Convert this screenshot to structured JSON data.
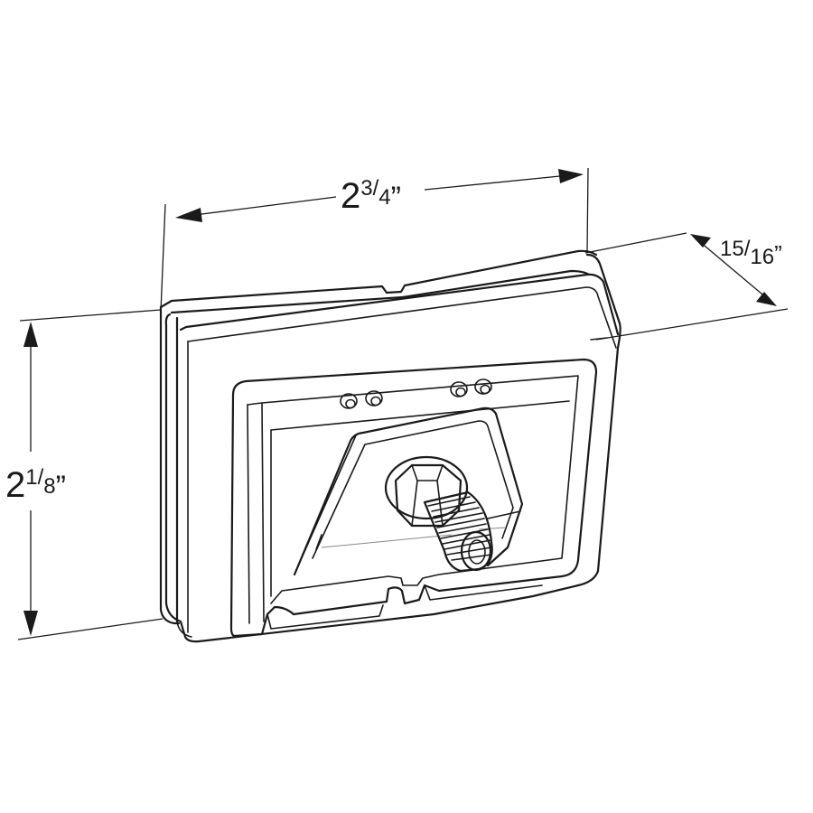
{
  "dimensions": {
    "width": {
      "whole": "2",
      "num": "3",
      "den": "4",
      "unit": "”"
    },
    "height": {
      "whole": "2",
      "num": "1",
      "den": "8",
      "unit": "”"
    },
    "depth": {
      "num": "15",
      "den": "16",
      "unit": "”"
    }
  }
}
